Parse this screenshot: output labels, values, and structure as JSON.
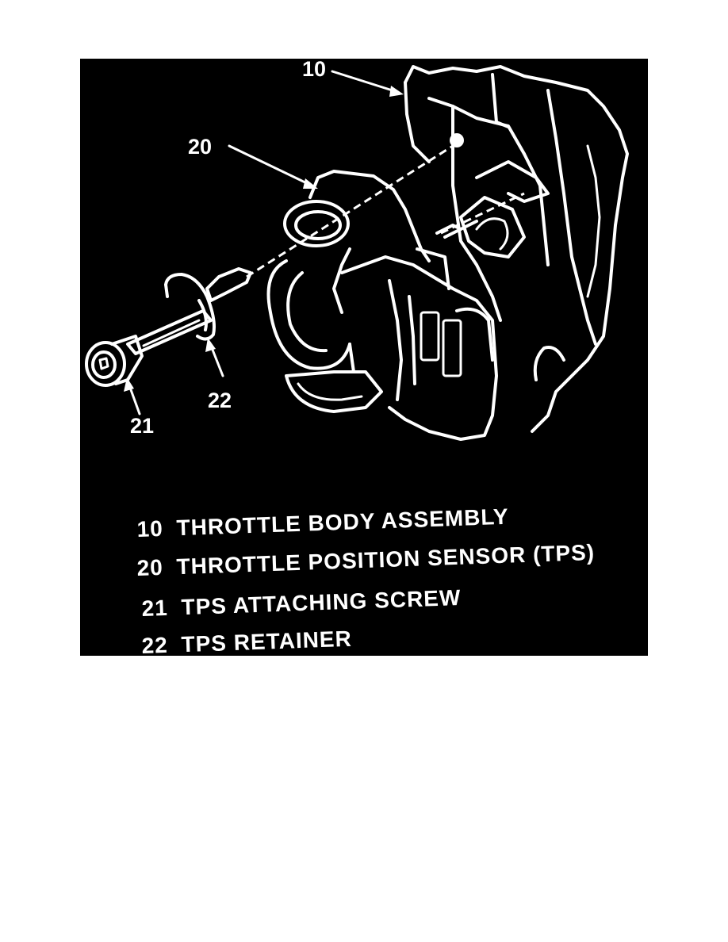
{
  "callouts": {
    "c10": "10",
    "c20": "20",
    "c21": "21",
    "c22": "22"
  },
  "legend": [
    {
      "number": "10",
      "text": "THROTTLE BODY ASSEMBLY"
    },
    {
      "number": "20",
      "text": "THROTTLE POSITION SENSOR (TPS)"
    },
    {
      "number": "21",
      "text": "TPS ATTACHING SCREW"
    },
    {
      "number": "22",
      "text": "TPS RETAINER"
    }
  ],
  "colors": {
    "background": "#000000",
    "linework": "#ffffff",
    "page": "#ffffff"
  }
}
